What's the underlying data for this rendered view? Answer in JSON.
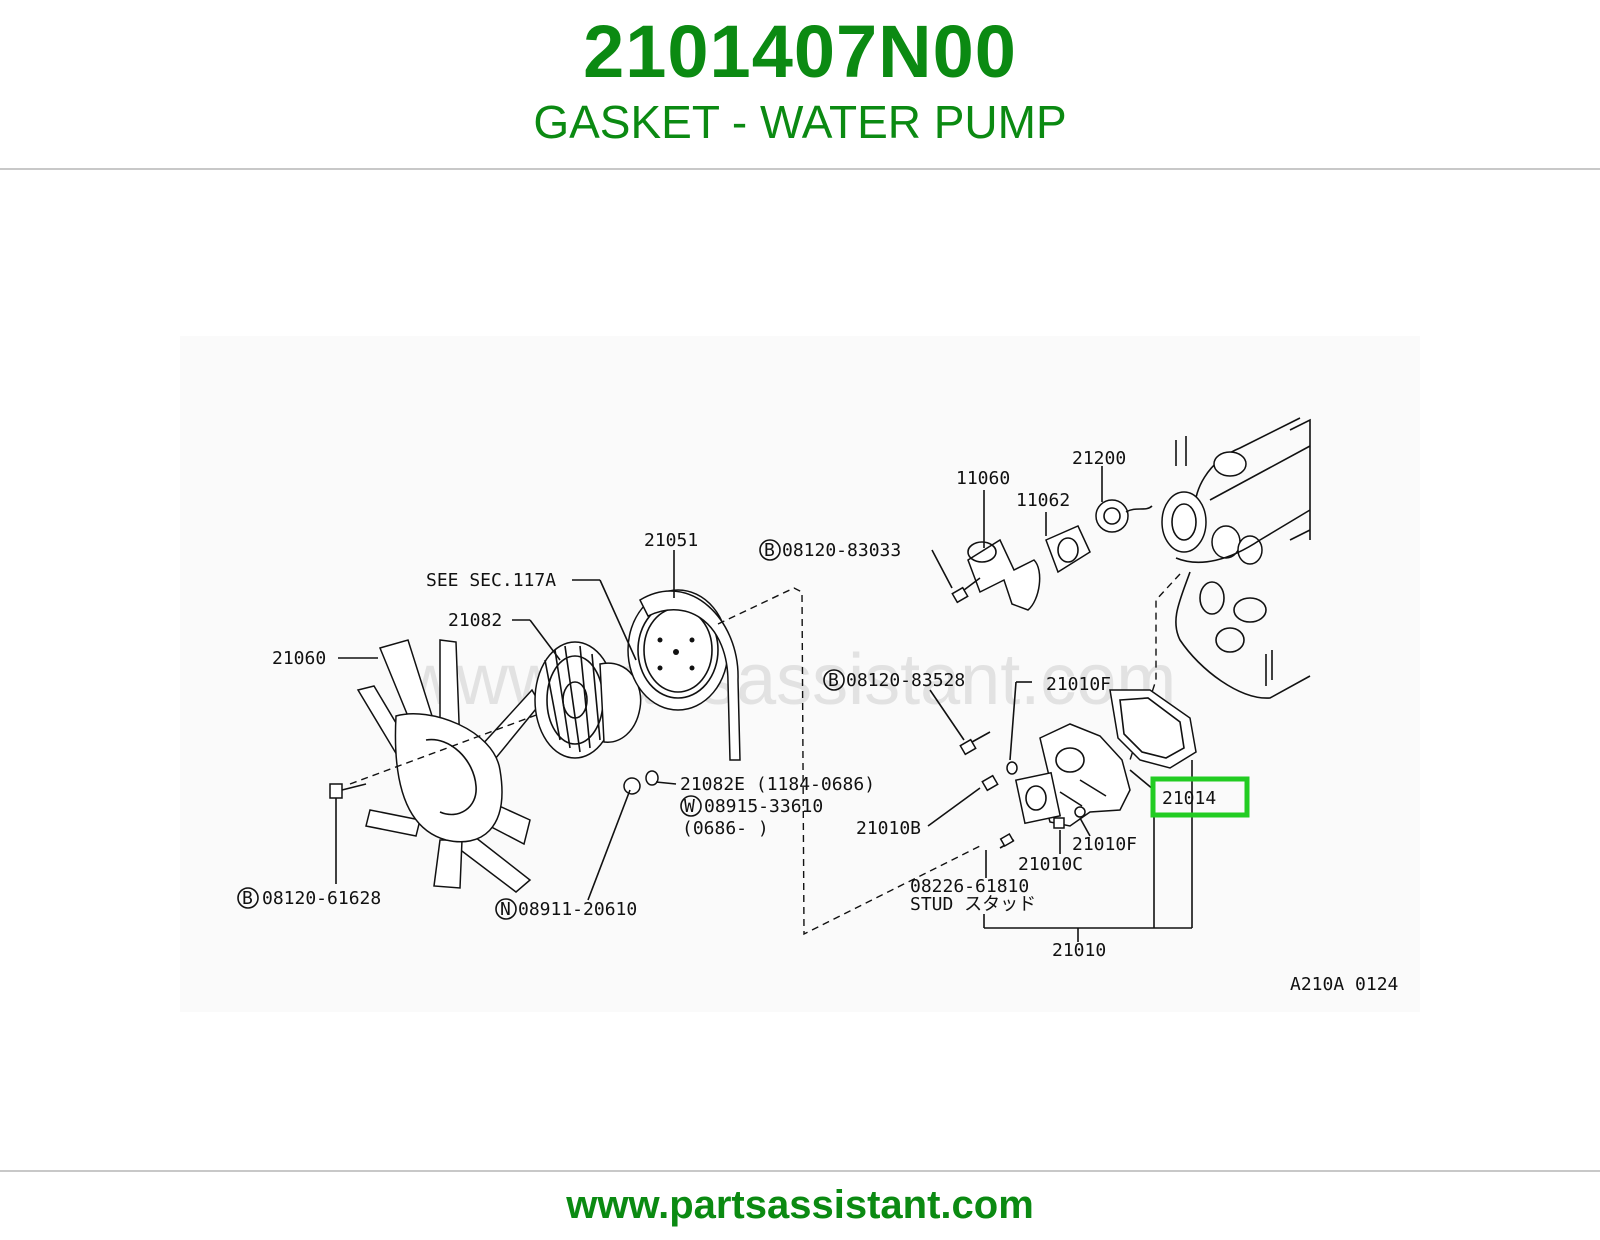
{
  "header": {
    "part_number": "2101407N00",
    "part_name": "GASKET - WATER PUMP"
  },
  "diagram": {
    "watermark": "www.partsassistant.com",
    "figure_code": "A210A 0124",
    "highlight_color": "#22cc22",
    "callouts": {
      "c21051": "21051",
      "see_sec": "SEE SEC.117A",
      "c21082": "21082",
      "c21060": "21060",
      "b08120_61628": "08120-61628",
      "n08911_20610": "08911-20610",
      "c21082e": "21082E (1184-0686)",
      "w08915_33610": "08915-33610",
      "w_range": "(0686-  )",
      "c11060": "11060",
      "c11062": "11062",
      "c21200": "21200",
      "b08120_83033": "08120-83033",
      "b08120_83528": "08120-83528",
      "c21010f_top": "21010F",
      "c21014": "21014",
      "c21010b": "21010B",
      "c21010f_bottom": "21010F",
      "c21010c": "21010C",
      "stud_number": "08226-61810",
      "stud_label": "STUD スタッド",
      "c21010": "21010"
    },
    "symbols": {
      "bolt": "B",
      "nut": "N",
      "washer": "W"
    }
  },
  "footer": {
    "url": "www.partsassistant.com"
  }
}
